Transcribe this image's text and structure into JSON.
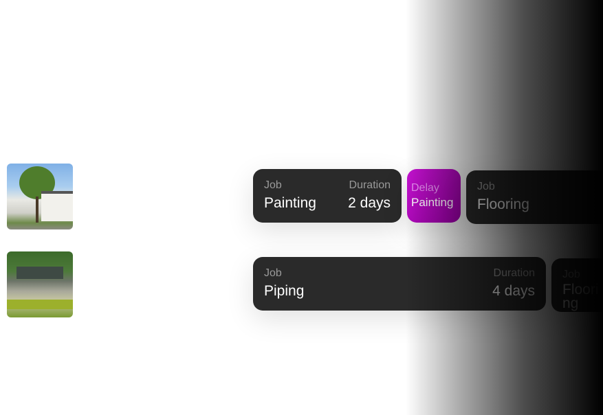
{
  "rows": [
    {
      "image": "house-photo-1",
      "cards": [
        {
          "job_label": "Job",
          "job": "Painting",
          "duration_label": "Duration",
          "duration": "2 days"
        },
        {
          "delay_label": "Delay",
          "delay_job": "Painting",
          "color": "#b800c4"
        },
        {
          "job_label": "Job",
          "job": "Flooring"
        }
      ]
    },
    {
      "image": "house-photo-2",
      "cards": [
        {
          "job_label": "Job",
          "job": "Piping",
          "duration_label": "Duration",
          "duration": "4 days"
        },
        {
          "job_label": "Job",
          "job": "Flooring"
        }
      ]
    }
  ]
}
